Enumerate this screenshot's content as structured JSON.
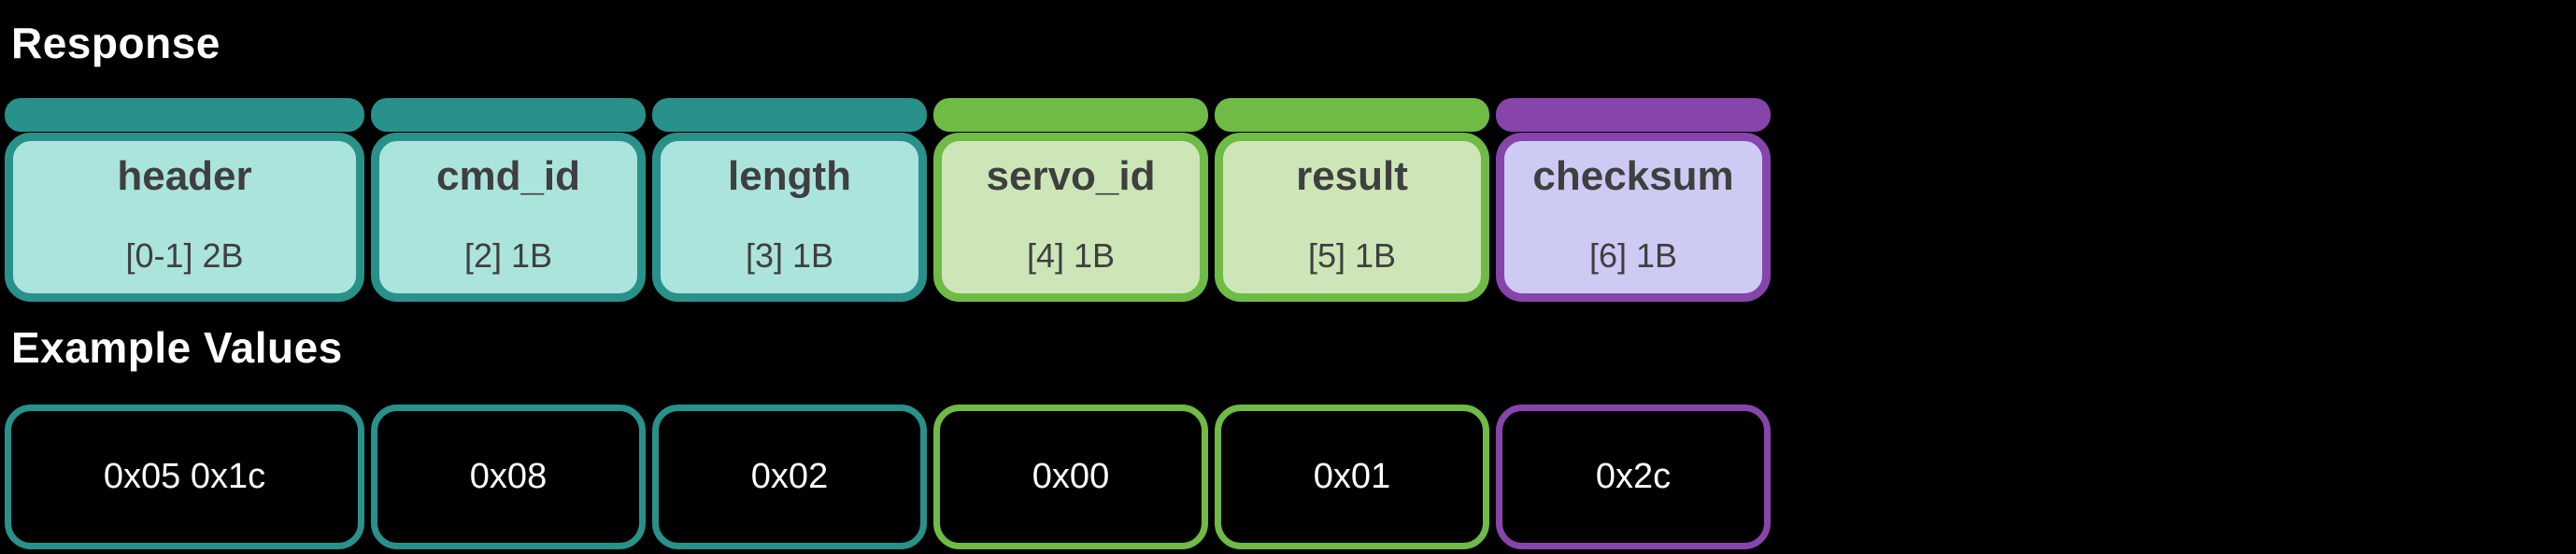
{
  "colors": {
    "background": "#000000",
    "title_text": "#ffffff",
    "label_text": "#3f3f3f",
    "teal_dark": "#28918a",
    "teal_light": "#abe4dc",
    "green_dark": "#6fbb45",
    "green_light": "#cde6b8",
    "purple_dark": "#8744ab",
    "purple_light": "#cdcbf4"
  },
  "packet": {
    "title": "Response",
    "fields": [
      {
        "name": "header",
        "range": "[0-1] 2B",
        "example": "0x05 0x1c",
        "theme": "teal"
      },
      {
        "name": "cmd_id",
        "range": "[2] 1B",
        "example": "0x08",
        "theme": "teal"
      },
      {
        "name": "length",
        "range": "[3] 1B",
        "example": "0x02",
        "theme": "teal"
      },
      {
        "name": "servo_id",
        "range": "[4] 1B",
        "example": "0x00",
        "theme": "green"
      },
      {
        "name": "result",
        "range": "[5] 1B",
        "example": "0x01",
        "theme": "green"
      },
      {
        "name": "checksum",
        "range": "[6] 1B",
        "example": "0x2c",
        "theme": "purple"
      }
    ]
  },
  "examples": {
    "title": "Example Values"
  }
}
